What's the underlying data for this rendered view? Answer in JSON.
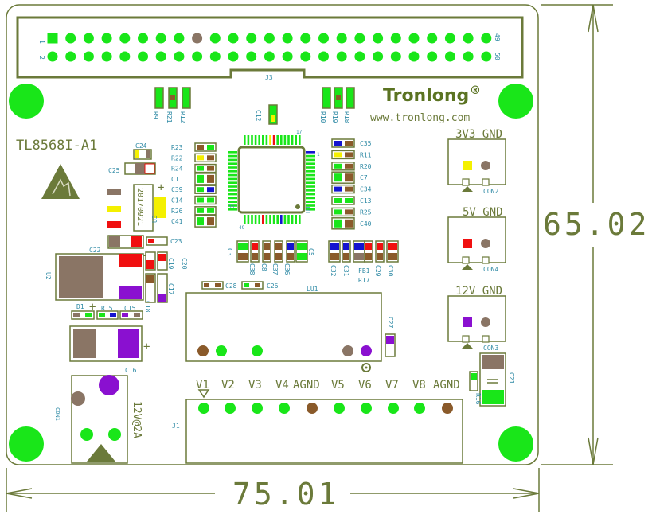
{
  "colors": {
    "outline": "#6b7a3a",
    "pad": "#19e619",
    "via": "#8a7565",
    "silk_text": "#2f8aa5",
    "brand": "#5b7322",
    "dim": "#6b7a3a",
    "red": "#f01010",
    "yellow": "#f4f000",
    "blue": "#1414d0",
    "purple": "#8a10d0",
    "brown": "#8a5a2a",
    "grey": "#8a7565"
  },
  "connectors": {
    "j3": {
      "ref": "J3",
      "pin1": "1",
      "pin2": "2",
      "pin49": "49",
      "pin50": "50"
    },
    "j1": {
      "ref": "J1",
      "labels": [
        "V1",
        "V2",
        "V3",
        "V4",
        "AGND",
        "V5",
        "V6",
        "V7",
        "V8",
        "AGND"
      ]
    },
    "con1": {
      "ref": "CON1",
      "label": "12V@2A"
    },
    "con2": {
      "ref": "CON2",
      "label": "3V3 GND"
    },
    "con4": {
      "ref": "CON4",
      "label": "5V GND"
    },
    "con3": {
      "ref": "CON3",
      "label": "12V GND"
    }
  },
  "board": {
    "name": "TL8568I-A1",
    "brand": "Tronlong",
    "brand_mark": "®",
    "url": "www.tronlong.com",
    "date_code": "20170921"
  },
  "dimensions": {
    "width": "75.01",
    "height": "65.02"
  },
  "refdes": {
    "top_res": [
      "R9",
      "R21",
      "R12",
      "R10",
      "R19",
      "R18"
    ],
    "c12": "C12",
    "u1": "U1",
    "u1_pins": {
      "p1": "1",
      "p17": "17",
      "p33": "33",
      "p49": "49"
    },
    "left_list": [
      "R23",
      "R22",
      "R24",
      "C1",
      "C39",
      "C14",
      "R26",
      "C41"
    ],
    "right_list": [
      "C35",
      "R11",
      "R20",
      "C7",
      "C34",
      "C13",
      "R25",
      "C40"
    ],
    "c24": "C24",
    "c25": "C25",
    "u3": "U3",
    "c23": "C23",
    "c22": "C22",
    "u2": "U2",
    "c20": "C20",
    "c19": "C19",
    "c17": "C17",
    "c18": "C18",
    "d1": "D1",
    "r15": "R15",
    "c15": "C15",
    "c16": "C16",
    "mid_row_left": [
      "C3",
      "C38",
      "C8",
      "C37",
      "C36",
      "C5"
    ],
    "mid_row_right": [
      "C32",
      "C31",
      "FB1",
      "R17",
      "C29",
      "C30"
    ],
    "c28": "C28",
    "c26": "C26",
    "lu1": "LU1",
    "c27": "C27",
    "c21": "C21",
    "r16": "R16"
  }
}
